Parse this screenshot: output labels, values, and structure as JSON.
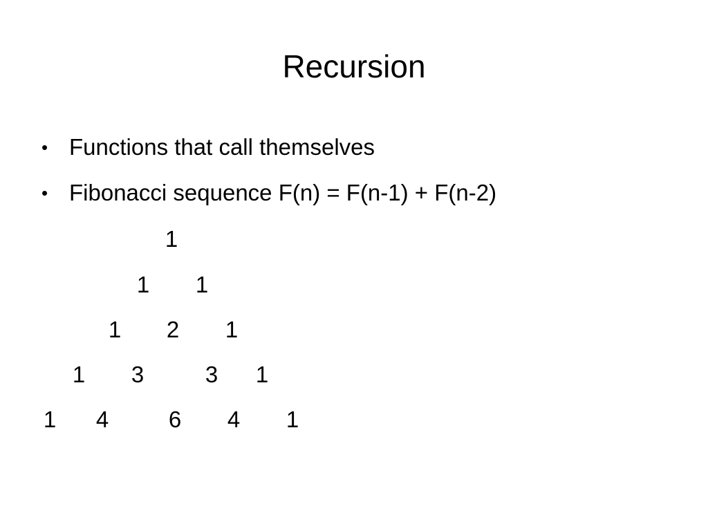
{
  "slide": {
    "title": "Recursion",
    "bullets": [
      "Functions that call themselves",
      "Fibonacci sequence F(n) = F(n-1) + F(n-2)"
    ],
    "triangle": [
      [
        "1"
      ],
      [
        "1",
        "1"
      ],
      [
        "1",
        "2",
        "1"
      ],
      [
        "1",
        "3",
        "3",
        "1"
      ],
      [
        "1",
        "4",
        "6",
        "4",
        "1"
      ]
    ]
  }
}
